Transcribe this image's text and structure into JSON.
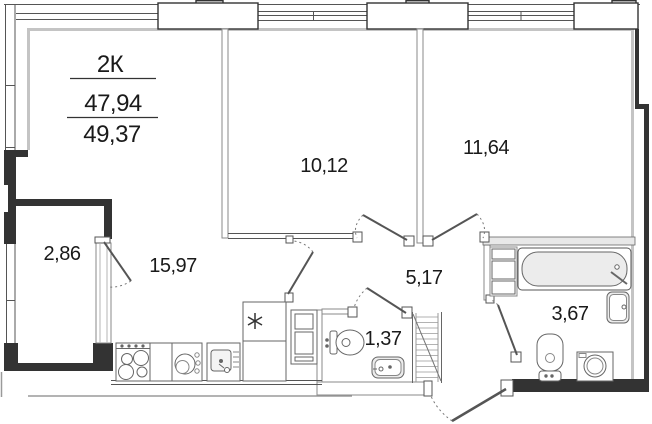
{
  "plan": {
    "header": {
      "type_label": "2К",
      "area_living": "47,94",
      "area_total": "49,37"
    },
    "rooms": {
      "kitchen_living": "15,97",
      "bedroom_1": "10,12",
      "bedroom_2": "11,64",
      "loggia": "2,86",
      "hallway": "5,17",
      "wc": "1,37",
      "bathroom": "3,67"
    },
    "fixtures": {
      "fridge_symbol": "snowflake-asterisk",
      "list": [
        "stove",
        "kitchen-cabinet",
        "washing-machine",
        "kitchen-sink",
        "fridge",
        "tall-cabinet",
        "wc-toilet",
        "wc-sink",
        "wardrobe",
        "bathtub",
        "bath-cabinet",
        "bath-sink",
        "bath-toilet",
        "bath-washing-machine"
      ]
    },
    "colors": {
      "wall_dark": "#333333",
      "wall_gray": "#c4c4c4",
      "thin_line": "#555555",
      "fixture_line": "#666666",
      "fill_light": "#ececec",
      "text": "#1a1a1a"
    }
  }
}
